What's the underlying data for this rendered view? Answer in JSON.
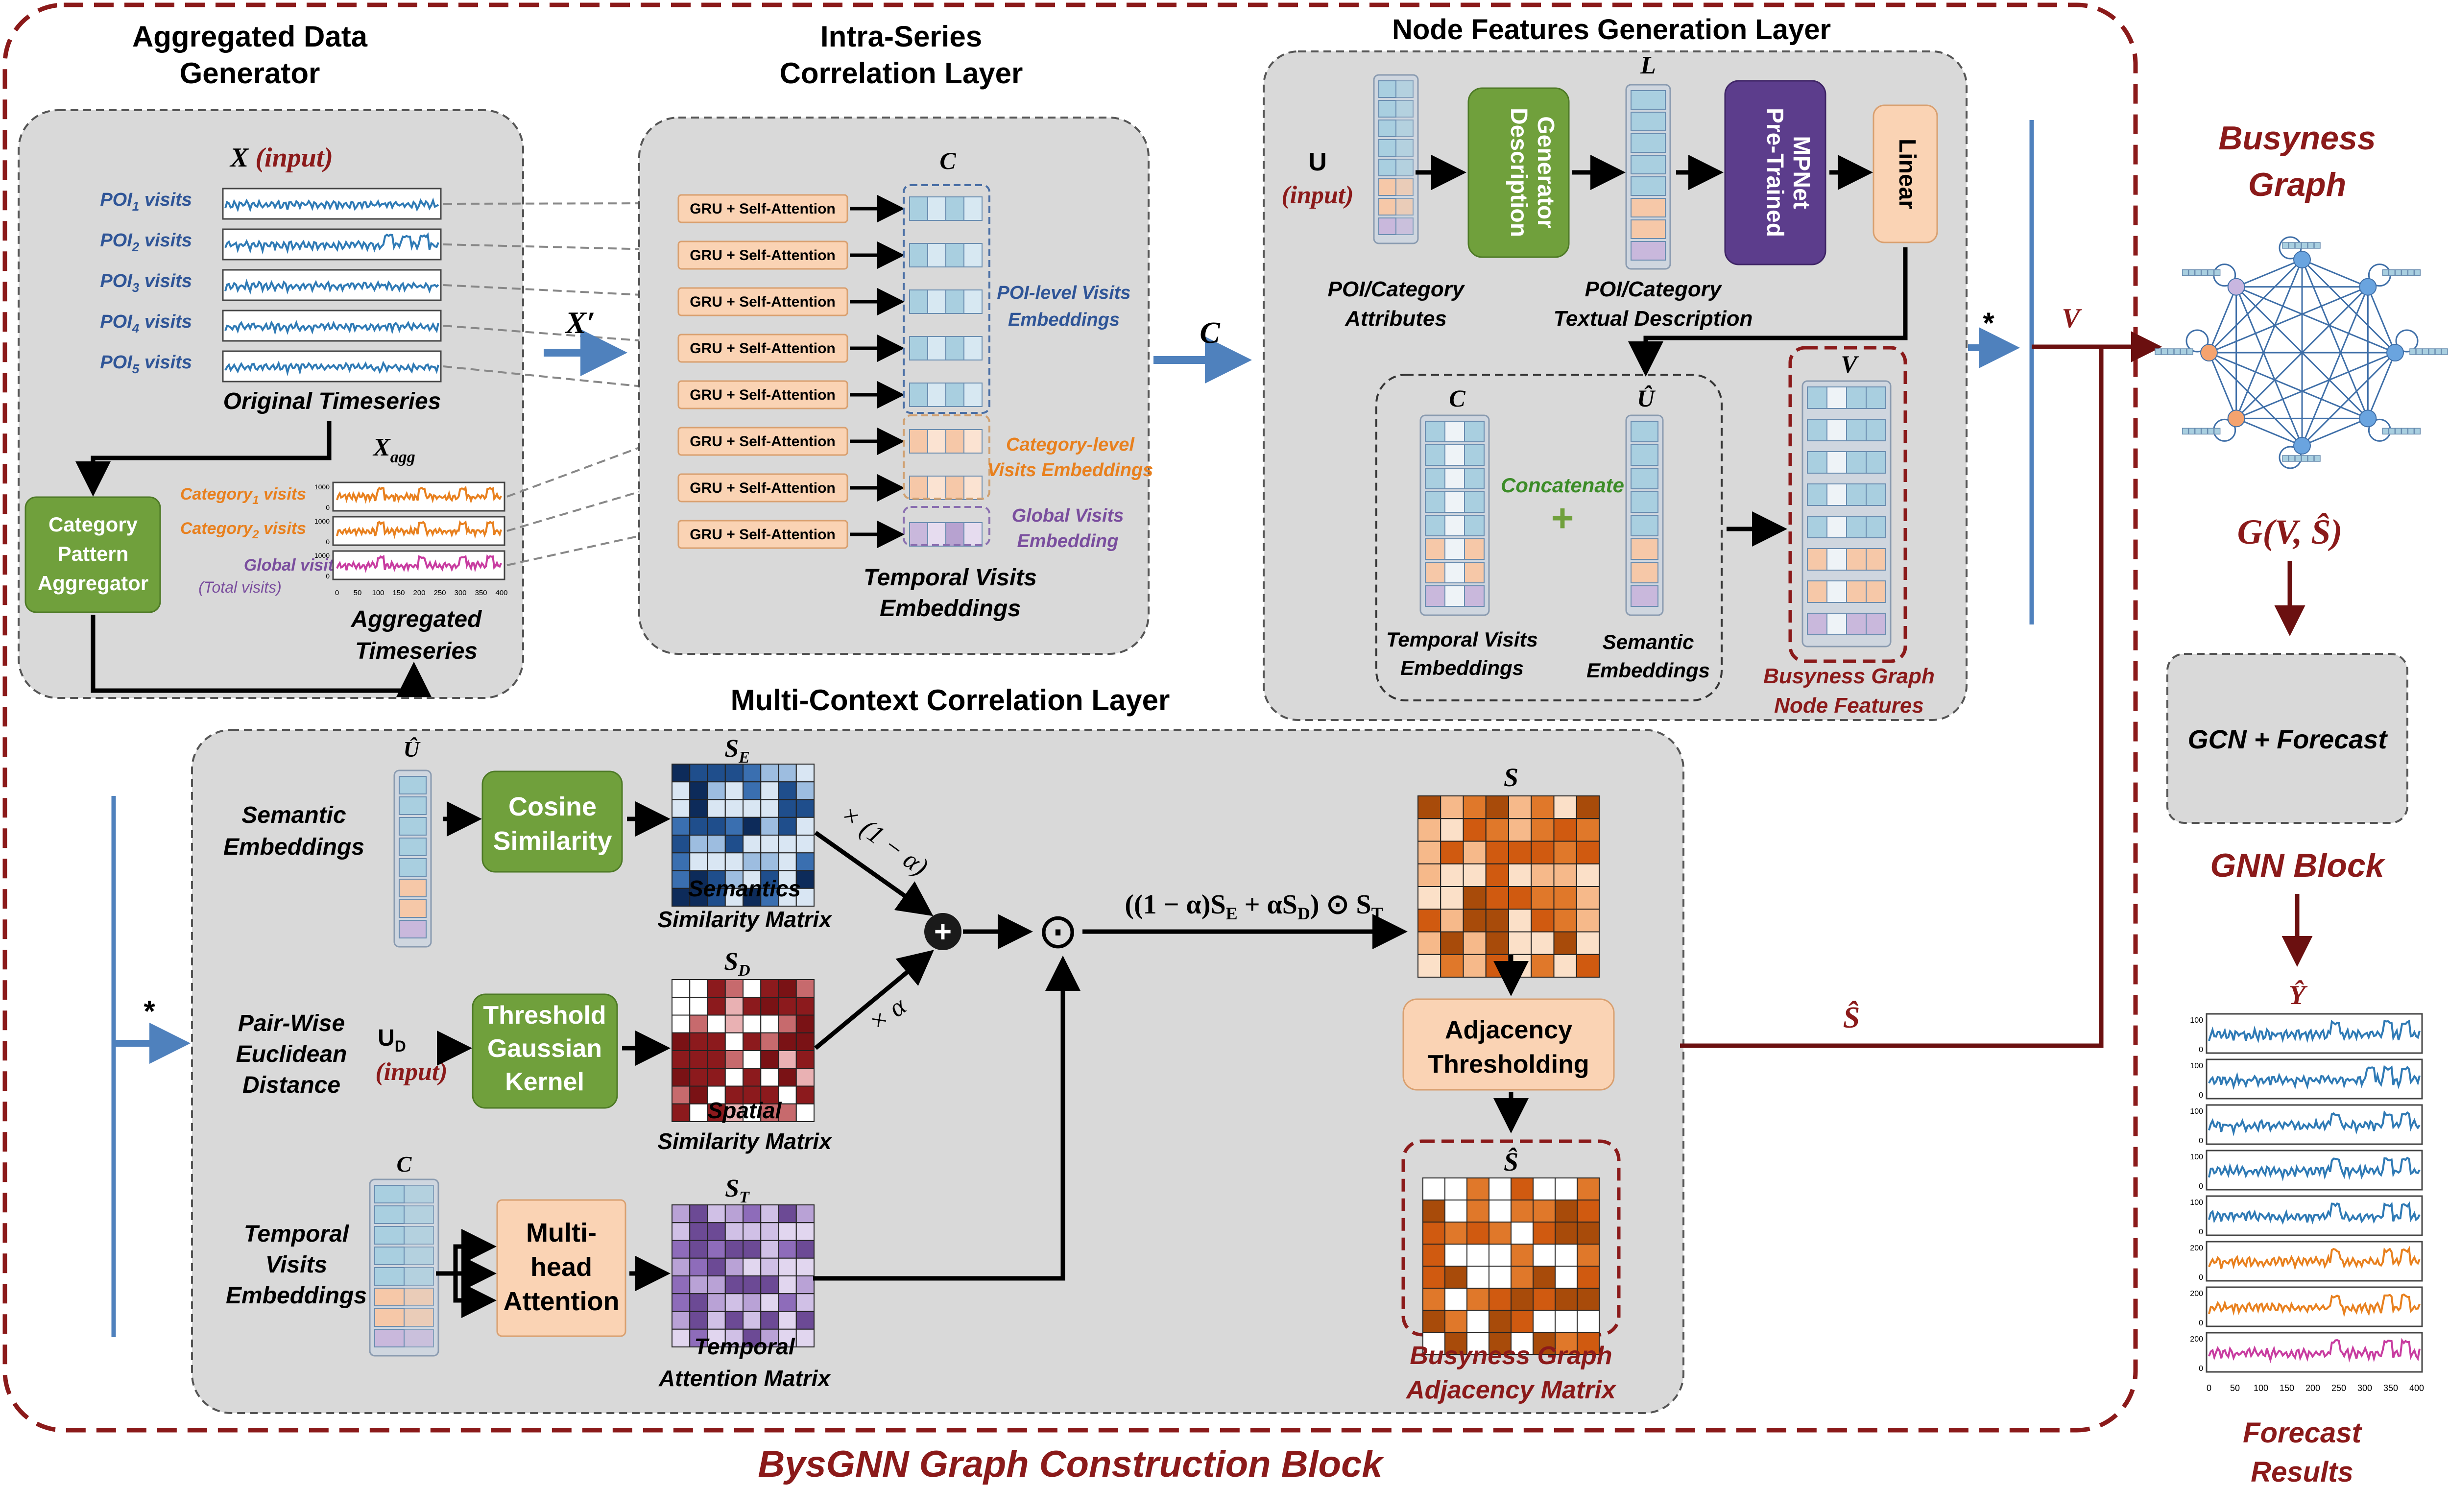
{
  "outer_block": {
    "title": "BysGNN Graph Construction Block"
  },
  "aggregator": {
    "title_line1": "Aggregated Data",
    "title_line2": "Generator",
    "input_label": "X",
    "input_tag": "(input)",
    "poi_rows": [
      {
        "label": "POI",
        "sub": "1",
        "suffix": " visits"
      },
      {
        "label": "POI",
        "sub": "2",
        "suffix": " visits"
      },
      {
        "label": "POI",
        "sub": "3",
        "suffix": " visits"
      },
      {
        "label": "POI",
        "sub": "4",
        "suffix": " visits"
      },
      {
        "label": "POI",
        "sub": "5",
        "suffix": " visits"
      }
    ],
    "original_label": "Original Timeseries",
    "agg_symbol": "X",
    "agg_sub": "agg",
    "category_rows": [
      {
        "label": "Category",
        "sub": "1",
        "suffix": " visits"
      },
      {
        "label": "Category",
        "sub": "2",
        "suffix": " visits"
      }
    ],
    "global_label": "Global visits",
    "global_note": "(Total visits)",
    "aggregated_line1": "Aggregated",
    "aggregated_line2": "Timeseries",
    "pattern_box": [
      "Category",
      "Pattern",
      "Aggregator"
    ],
    "mini_tick_1000": "1000",
    "mini_tick_0": "0",
    "x_ticks": [
      "0",
      "50",
      "100",
      "150",
      "200",
      "250",
      "300",
      "350",
      "400"
    ]
  },
  "intra_series": {
    "title_line1": "Intra-Series",
    "title_line2": "Correlation Layer",
    "gru_label": "GRU + Self-Attention",
    "x_prime": "X′",
    "c_label": "C",
    "poi_emb": [
      "POI-level Visits",
      "Embeddings"
    ],
    "cat_emb": [
      "Category-level",
      "Visits Embeddings"
    ],
    "glob_emb": [
      "Global Visits",
      "Embedding"
    ],
    "temporal_caption": [
      "Temporal Visits",
      "Embeddings"
    ],
    "arrow_label": "C"
  },
  "node_features": {
    "title": "Node Features Generation Layer",
    "u_label": "U",
    "u_tag": "(input)",
    "attr_caption": [
      "POI/Category",
      "Attributes"
    ],
    "desc_gen": [
      "Description",
      "Generator"
    ],
    "l_label": "L",
    "text_caption": [
      "POI/Category",
      "Textual Description"
    ],
    "mpnet": [
      "Pre-Trained",
      "MPNet"
    ],
    "linear": "Linear",
    "c_label": "C",
    "u_hat": "Û",
    "concat": "Concatenate",
    "plus": "+",
    "temporal_caption": [
      "Temporal Visits",
      "Embeddings"
    ],
    "semantic_caption": [
      "Semantic",
      "Embeddings"
    ],
    "v_label": "V",
    "node_feat_caption": [
      "Busyness Graph",
      "Node Features"
    ],
    "star": "*",
    "v_out": "V"
  },
  "multi_context": {
    "title": "Multi-Context Correlation Layer",
    "star": "*",
    "semantic_row": [
      "Semantic",
      "Embeddings"
    ],
    "u_hat": "Û",
    "cosine": [
      "Cosine",
      "Similarity"
    ],
    "se_label": "S",
    "se_sub": "E",
    "se_caption": [
      "Semantics",
      "Similarity Matrix"
    ],
    "pairwise": [
      "Pair-Wise",
      "Euclidean",
      "Distance"
    ],
    "ud_label": "U",
    "ud_sub": "D",
    "ud_tag": "(input)",
    "gauss": [
      "Threshold",
      "Gaussian",
      "Kernel"
    ],
    "sd_label": "S",
    "sd_sub": "D",
    "sd_caption": [
      "Spatial",
      "Similarity Matrix"
    ],
    "temporal_row": [
      "Temporal",
      "Visits",
      "Embeddings"
    ],
    "c_label": "C",
    "mha": [
      "Multi-",
      "head",
      "Attention"
    ],
    "st_label": "S",
    "st_sub": "T",
    "st_caption": [
      "Temporal",
      "Attention Matrix"
    ],
    "weight_top": "× (1 − α)",
    "weight_bottom": "× α",
    "plus": "+",
    "odot": "⊙",
    "formula": "((1 − α)S",
    "formula_e": "E",
    "formula_mid": " + αS",
    "formula_d": "D",
    "formula_end": ") ⊙ S",
    "formula_t": "T",
    "s_label": "S",
    "thresholding": [
      "Adjacency",
      "Thresholding"
    ],
    "s_hat": "Ŝ",
    "adj_caption": [
      "Busyness Graph",
      "Adjacency Matrix"
    ],
    "s_hat_out": "Ŝ"
  },
  "right_panel": {
    "graph_title": [
      "Busyness",
      "Graph"
    ],
    "graph_formula": "G(V, Ŝ)",
    "gcn_box": "GCN + Forecast",
    "gnn_block": "GNN Block",
    "y_hat": "Ŷ",
    "forecast": [
      "Forecast",
      "Results"
    ],
    "ticks_100": "100",
    "ticks_200": "200",
    "tick_0": "0",
    "x_ticks": [
      "0",
      "50",
      "100",
      "150",
      "200",
      "250",
      "300",
      "350",
      "400"
    ]
  },
  "colors": {
    "dark_red": "#8b1a1a",
    "green": "#70a03c",
    "purple": "#5c3d8c",
    "peach": "#fad3b4",
    "blue_arrow": "#4f81bd",
    "panel": "#d9d9d9",
    "poi_blue": "#2f5597",
    "orange": "#e8801e",
    "magenta": "#c83ca0",
    "violet": "#7a4e9e"
  }
}
